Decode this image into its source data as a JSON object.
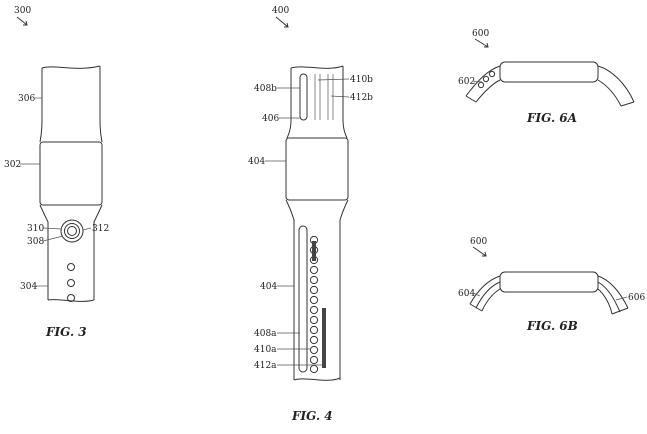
{
  "figures": [
    {
      "id": "fig3",
      "caption": "FIG. 3",
      "number": "300",
      "labels": [
        "306",
        "302",
        "310",
        "308",
        "312",
        "304"
      ]
    },
    {
      "id": "fig4",
      "caption": "FIG. 4",
      "number": "400",
      "labels": [
        "408b",
        "410b",
        "412b",
        "406",
        "404",
        "404",
        "408a",
        "410a",
        "412a"
      ]
    },
    {
      "id": "fig6a",
      "caption": "FIG. 6A",
      "number": "600",
      "labels": [
        "602"
      ]
    },
    {
      "id": "fig6b",
      "caption": "FIG. 6B",
      "number": "600",
      "labels": [
        "604",
        "606"
      ]
    }
  ]
}
